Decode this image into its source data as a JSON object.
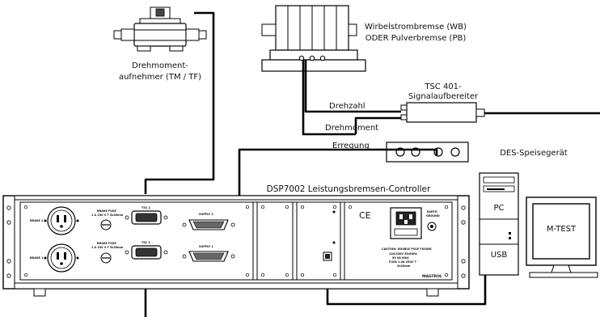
{
  "labels": {
    "torque_sensor_1": "Drehmoment-",
    "torque_sensor_2": "aufnehmer (TM / TF)",
    "brake_1": "Wirbelstrombremse (WB)",
    "brake_2": "ODER Pulverbremse (PB)",
    "tsc_1": "TSC 401-",
    "tsc_2": "Signalaufbereiter",
    "speed": "Drehzahl",
    "torque": "Drehmoment",
    "excitation": "Erregung",
    "des": "DES-Speisegerät",
    "controller": "DSP7002 Leistungsbremsen-Controller",
    "pc": "PC",
    "usb": "USB",
    "mtest": "M-TEST"
  },
  "panel_text": {
    "brake2": "BRAKE 2",
    "brake1": "BRAKE 1",
    "fuse2_a": "BRAKE FUSE",
    "fuse2_b": "1 A 250 V T 5x20mm",
    "fuse1_a": "BRAKE FUSE",
    "fuse1_b": "1 A 250 V T 5x20mm",
    "tsc2": "TSC 2",
    "tsc1": "TSC 1",
    "supply2": "SUPPLY 2",
    "supply1": "SUPPLY 1",
    "earth_a": "EARTH",
    "earth_b": "GROUND",
    "caution_1": "CAUTION: DOUBLE POLE FUSING",
    "caution_2": "120/240V 50/60Hz",
    "caution_3": "50 VA MAX",
    "caution_4": "FUSE 1.0A 250V T",
    "caution_5": "5x20mm",
    "brand": "MAGTROL",
    "ce": "CE"
  }
}
